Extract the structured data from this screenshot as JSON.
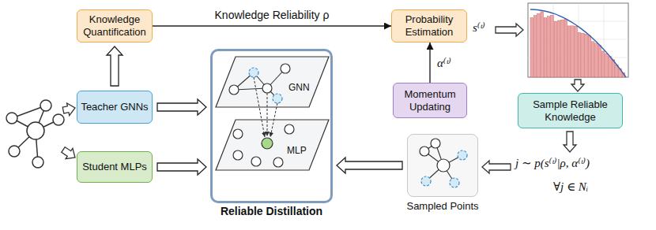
{
  "diagram": {
    "nodes": [
      {
        "text": [
          "Knowledge Quantification"
        ]
      },
      {
        "text": [
          "Probability Estimation"
        ]
      },
      {
        "text": [
          "Teacher GNNs"
        ]
      },
      {
        "text": [
          "Momentum Updating"
        ]
      },
      {
        "text": [
          "Sample Reliable Knowledge"
        ]
      },
      {
        "text": [
          "Student MLPs"
        ]
      },
      {
        "text": [
          "GNN",
          "MLP",
          "Reliable Distillation"
        ]
      },
      {
        "text": [
          "Sampled Points"
        ]
      }
    ],
    "edges": [
      {
        "from": 2,
        "to": 0,
        "arrow": "to"
      },
      {
        "from": 0,
        "to": 1,
        "arrow": "to",
        "label": "Knowledge Reliability ρ"
      },
      {
        "from": 3,
        "to": 1,
        "arrow": "to",
        "label": "α⁽ᵗ⁾"
      },
      {
        "from": 2,
        "to": 6,
        "arrow": "to"
      },
      {
        "from": 5,
        "to": 6,
        "arrow": "to"
      },
      {
        "from": 7,
        "to": 6,
        "arrow": "to"
      }
    ],
    "labels": [
      "s⁽ᵗ⁾",
      "j ∼ p(s⁽ᵗ⁾|ρ, α⁽ᵗ⁾)",
      "∀j ∈ Nᵢ"
    ]
  }
}
